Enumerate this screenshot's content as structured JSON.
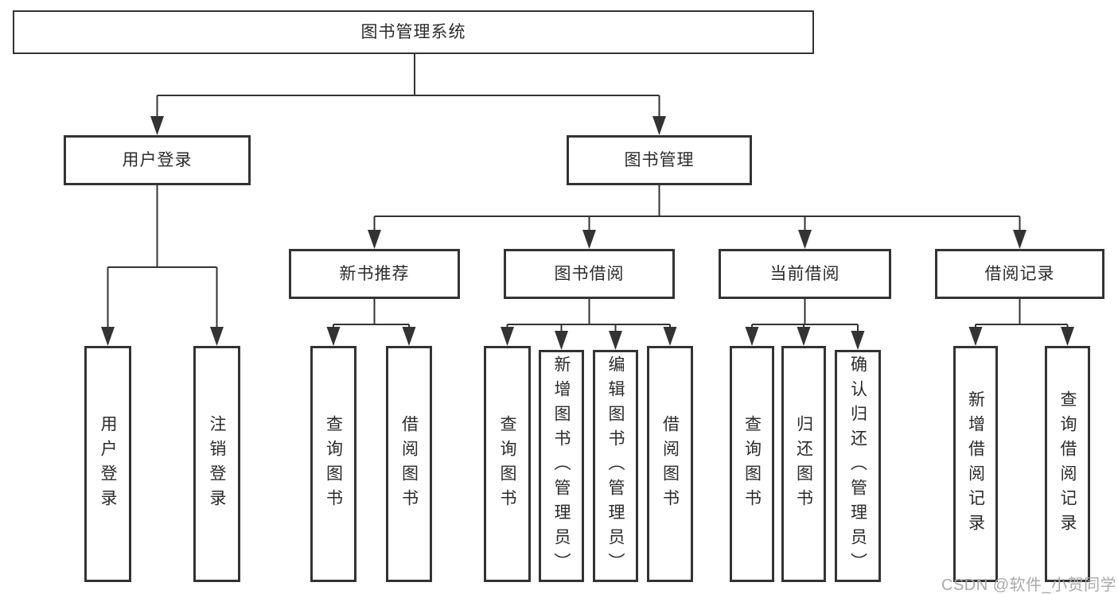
{
  "diagram": {
    "root": {
      "label": "图书管理系统"
    },
    "level2": [
      {
        "id": "user-login",
        "label": "用户登录"
      },
      {
        "id": "book-management",
        "label": "图书管理"
      }
    ],
    "level3": [
      {
        "id": "new-book-recommend",
        "parent": "图书管理",
        "label": "新书推荐"
      },
      {
        "id": "book-borrow",
        "parent": "图书管理",
        "label": "图书借阅"
      },
      {
        "id": "current-borrow",
        "parent": "图书管理",
        "label": "当前借阅"
      },
      {
        "id": "borrow-records",
        "parent": "图书管理",
        "label": "借阅记录"
      }
    ],
    "leaves": [
      {
        "parent": "用户登录",
        "label": "用户登录"
      },
      {
        "parent": "用户登录",
        "label": "注销登录"
      },
      {
        "parent": "新书推荐",
        "label": "查询图书"
      },
      {
        "parent": "新书推荐",
        "label": "借阅图书"
      },
      {
        "parent": "图书借阅",
        "label": "查询图书"
      },
      {
        "parent": "图书借阅",
        "label": "新增图书（管理员）"
      },
      {
        "parent": "图书借阅",
        "label": "编辑图书（管理员）"
      },
      {
        "parent": "图书借阅",
        "label": "借阅图书"
      },
      {
        "parent": "当前借阅",
        "label": "查询图书"
      },
      {
        "parent": "当前借阅",
        "label": "归还图书"
      },
      {
        "parent": "当前借阅",
        "label": "确认归还（管理员）"
      },
      {
        "parent": "借阅记录",
        "label": "新增借阅记录"
      },
      {
        "parent": "借阅记录",
        "label": "查询借阅记录"
      }
    ],
    "colors": {
      "line": "#333333",
      "box_border": "#333333",
      "text": "#2b2b2b",
      "background": "#ffffff",
      "watermark": "#a9a9a9"
    }
  },
  "watermark": {
    "text": "CSDN @软件_小贺同学"
  }
}
